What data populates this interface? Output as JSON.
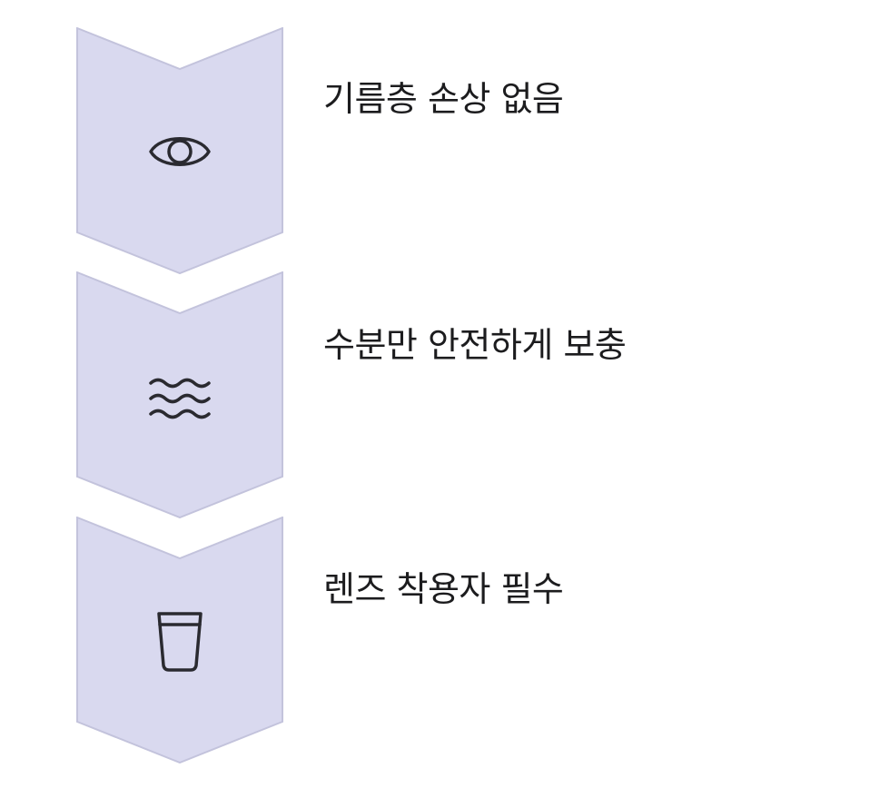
{
  "colors": {
    "chevron_fill": "#d9d9ef",
    "chevron_stroke": "#c3c3dc",
    "icon_stroke": "#2a2a30",
    "text": "#1c1c1e"
  },
  "steps": [
    {
      "icon": "eye-icon",
      "label": "기름층 손상 없음"
    },
    {
      "icon": "waves-icon",
      "label": "수분만 안전하게 보충"
    },
    {
      "icon": "cup-icon",
      "label": "렌즈 착용자 필수"
    }
  ]
}
